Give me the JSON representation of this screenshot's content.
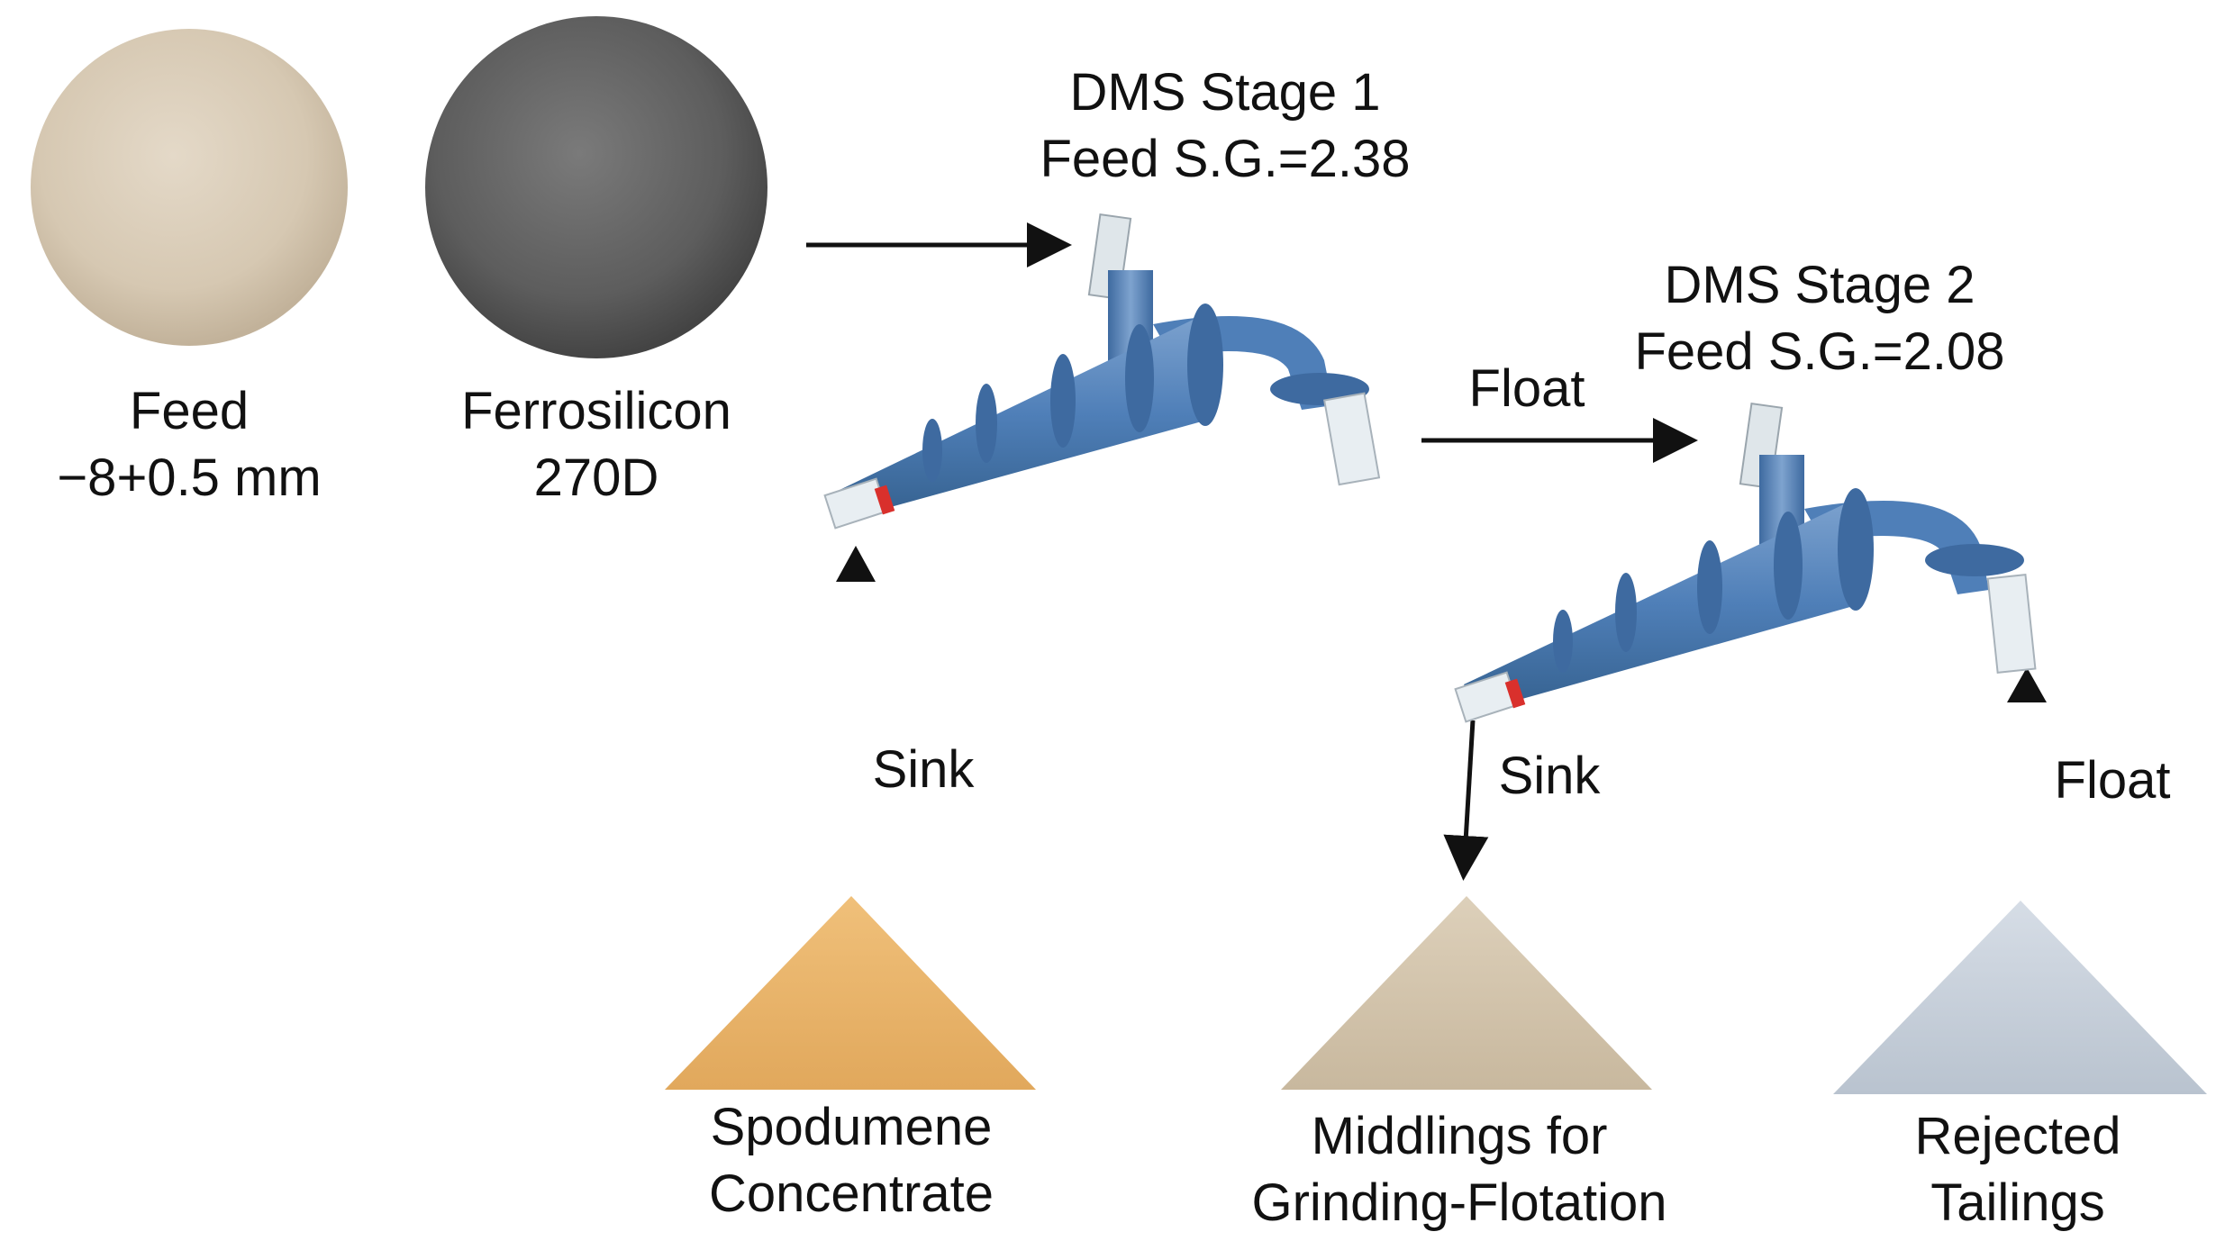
{
  "inputs": {
    "feed": {
      "name": "Feed",
      "size": "−8+0.5 mm"
    },
    "ferrosilicon": {
      "name": "Ferrosilicon",
      "grade": "270D"
    }
  },
  "stages": [
    {
      "title": "DMS Stage 1",
      "feed_sg": "Feed S.G.=2.38"
    },
    {
      "title": "DMS Stage 2",
      "feed_sg": "Feed S.G.=2.08"
    }
  ],
  "streams": {
    "stage1_float": "Float",
    "stage1_sink": "Sink",
    "stage2_sink": "Sink",
    "stage2_float": "Float"
  },
  "products": [
    {
      "line1": "Spodumene",
      "line2": "Concentrate"
    },
    {
      "line1": "Middlings for",
      "line2": "Grinding-Flotation"
    },
    {
      "line1": "Rejected",
      "line2": "Tailings"
    }
  ]
}
